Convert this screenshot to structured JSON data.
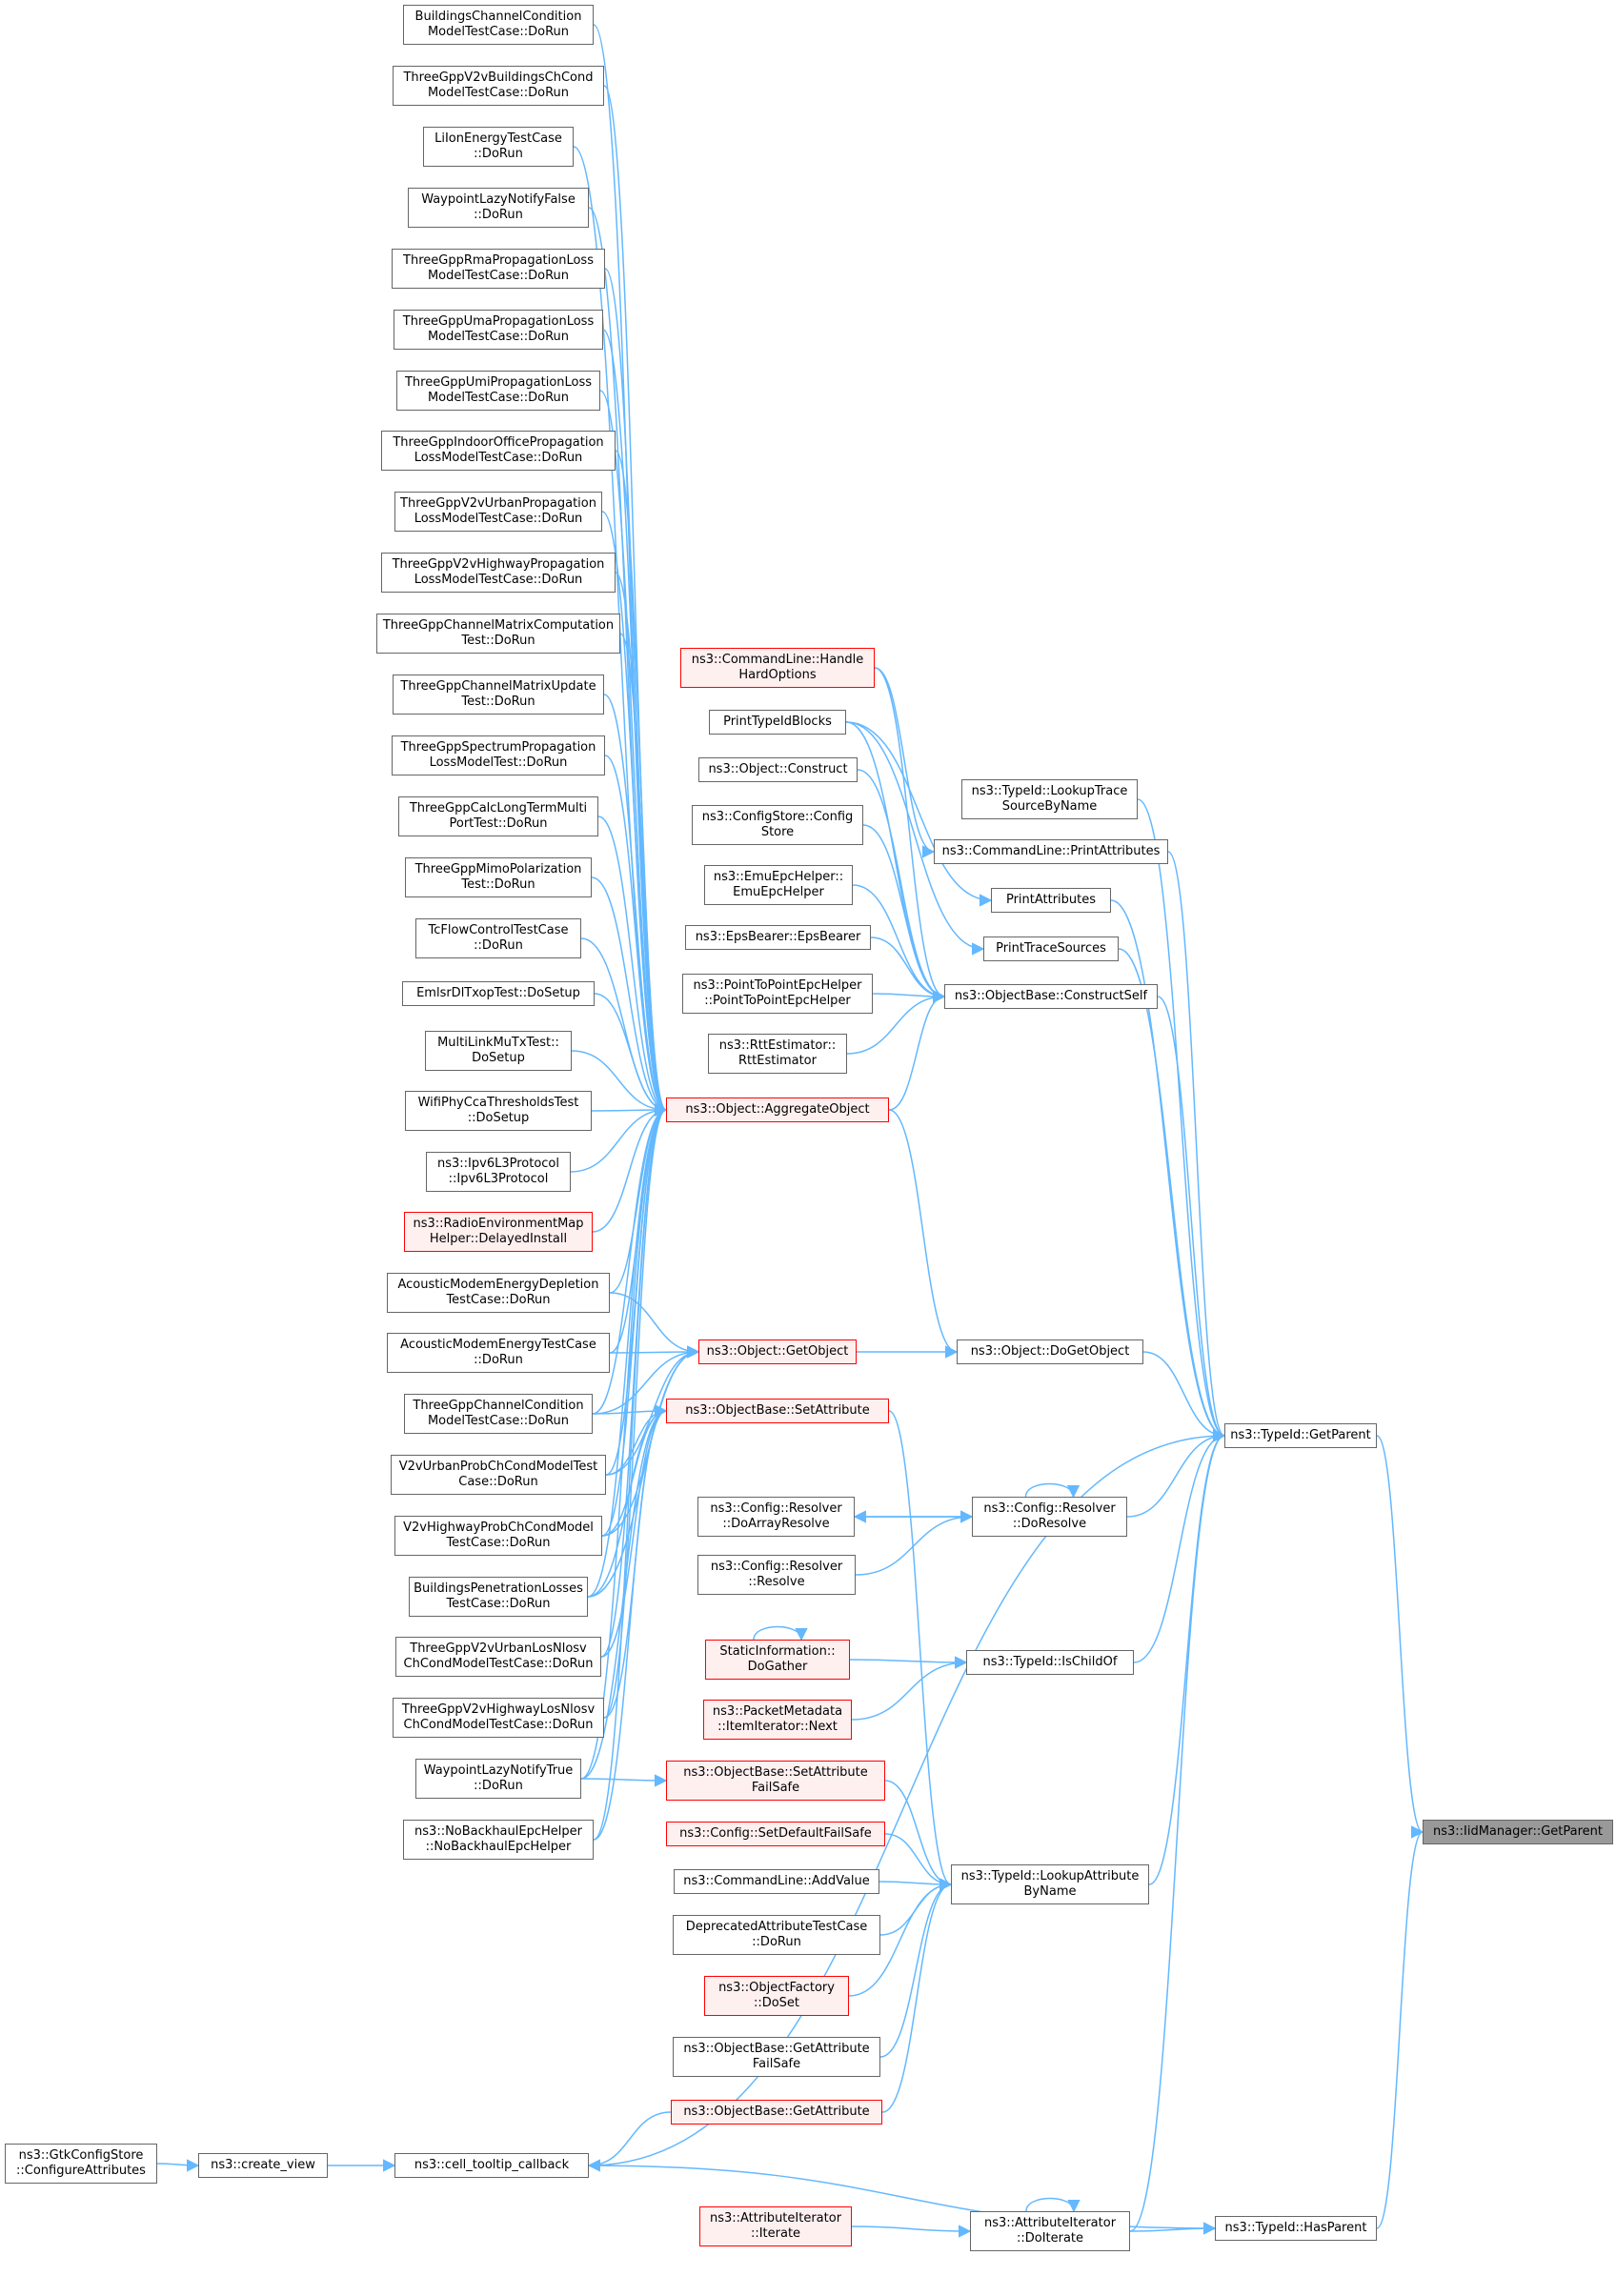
{
  "graph": {
    "colors": {
      "edge": "#63b8ff",
      "node_border": "#666666",
      "node_border_incomplete": "#ff0000",
      "node_fill_incomplete": "#fff0f0",
      "root_fill": "#999999"
    },
    "nodes": [
      {
        "id": "n0",
        "lines": [
          "ns3::IidManager::GetParent"
        ],
        "style": "root"
      },
      {
        "id": "n1",
        "lines": [
          "ns3::TypeId::GetParent"
        ],
        "style": "normal"
      },
      {
        "id": "n2",
        "lines": [
          "ns3::TypeId::HasParent"
        ],
        "style": "normal"
      },
      {
        "id": "n3",
        "lines": [
          "ns3::TypeId::LookupTrace",
          "SourceByName"
        ],
        "style": "normal"
      },
      {
        "id": "n4",
        "lines": [
          "ns3::CommandLine::PrintAttributes"
        ],
        "style": "normal"
      },
      {
        "id": "n5",
        "lines": [
          "PrintAttributes"
        ],
        "style": "normal"
      },
      {
        "id": "n6",
        "lines": [
          "PrintTraceSources"
        ],
        "style": "normal"
      },
      {
        "id": "n7",
        "lines": [
          "ns3::ObjectBase::ConstructSelf"
        ],
        "style": "normal"
      },
      {
        "id": "n8",
        "lines": [
          "ns3::Object::DoGetObject"
        ],
        "style": "normal"
      },
      {
        "id": "n9",
        "lines": [
          "ns3::Config::Resolver",
          "::DoResolve"
        ],
        "style": "normal"
      },
      {
        "id": "n10",
        "lines": [
          "ns3::TypeId::IsChildOf"
        ],
        "style": "normal"
      },
      {
        "id": "n11",
        "lines": [
          "ns3::TypeId::LookupAttribute",
          "ByName"
        ],
        "style": "normal"
      },
      {
        "id": "n12",
        "lines": [
          "ns3::cell_tooltip_callback"
        ],
        "style": "normal"
      },
      {
        "id": "n13",
        "lines": [
          "ns3::AttributeIterator",
          "::DoIterate"
        ],
        "style": "normal"
      },
      {
        "id": "n14",
        "lines": [
          "ns3::CommandLine::Handle",
          "HardOptions"
        ],
        "style": "incomplete"
      },
      {
        "id": "n15",
        "lines": [
          "PrintTypeIdBlocks"
        ],
        "style": "normal"
      },
      {
        "id": "n16",
        "lines": [
          "ns3::Object::Construct"
        ],
        "style": "normal"
      },
      {
        "id": "n17",
        "lines": [
          "ns3::ConfigStore::Config",
          "Store"
        ],
        "style": "normal"
      },
      {
        "id": "n18",
        "lines": [
          "ns3::EmuEpcHelper::",
          "EmuEpcHelper"
        ],
        "style": "normal"
      },
      {
        "id": "n19",
        "lines": [
          "ns3::EpsBearer::EpsBearer"
        ],
        "style": "normal"
      },
      {
        "id": "n20",
        "lines": [
          "ns3::PointToPointEpcHelper",
          "::PointToPointEpcHelper"
        ],
        "style": "normal"
      },
      {
        "id": "n21",
        "lines": [
          "ns3::RttEstimator::",
          "RttEstimator"
        ],
        "style": "normal"
      },
      {
        "id": "n22",
        "lines": [
          "ns3::Object::AggregateObject"
        ],
        "style": "incomplete"
      },
      {
        "id": "n23",
        "lines": [
          "ns3::Object::GetObject"
        ],
        "style": "incomplete"
      },
      {
        "id": "n24",
        "lines": [
          "ns3::ObjectBase::SetAttribute"
        ],
        "style": "incomplete"
      },
      {
        "id": "n25",
        "lines": [
          "ns3::Config::Resolver",
          "::DoArrayResolve"
        ],
        "style": "normal"
      },
      {
        "id": "n26",
        "lines": [
          "ns3::Config::Resolver",
          "::Resolve"
        ],
        "style": "normal"
      },
      {
        "id": "n27",
        "lines": [
          "StaticInformation::",
          "DoGather"
        ],
        "style": "incomplete"
      },
      {
        "id": "n28",
        "lines": [
          "ns3::PacketMetadata",
          "::ItemIterator::Next"
        ],
        "style": "incomplete"
      },
      {
        "id": "n29",
        "lines": [
          "ns3::ObjectBase::SetAttribute",
          "FailSafe"
        ],
        "style": "incomplete"
      },
      {
        "id": "n30",
        "lines": [
          "ns3::Config::SetDefaultFailSafe"
        ],
        "style": "incomplete"
      },
      {
        "id": "n31",
        "lines": [
          "ns3::CommandLine::AddValue"
        ],
        "style": "normal"
      },
      {
        "id": "n32",
        "lines": [
          "DeprecatedAttributeTestCase",
          "::DoRun"
        ],
        "style": "normal"
      },
      {
        "id": "n33",
        "lines": [
          "ns3::ObjectFactory",
          "::DoSet"
        ],
        "style": "incomplete"
      },
      {
        "id": "n34",
        "lines": [
          "ns3::ObjectBase::GetAttribute",
          "FailSafe"
        ],
        "style": "normal"
      },
      {
        "id": "n35",
        "lines": [
          "ns3::ObjectBase::GetAttribute"
        ],
        "style": "incomplete"
      },
      {
        "id": "n36",
        "lines": [
          "ns3::create_view"
        ],
        "style": "normal"
      },
      {
        "id": "n37",
        "lines": [
          "ns3::GtkConfigStore",
          "::ConfigureAttributes"
        ],
        "style": "normal"
      },
      {
        "id": "n38",
        "lines": [
          "ns3::AttributeIterator",
          "::Iterate"
        ],
        "style": "incomplete"
      },
      {
        "id": "n39",
        "lines": [
          "BuildingsChannelCondition",
          "ModelTestCase::DoRun"
        ],
        "style": "normal"
      },
      {
        "id": "n40",
        "lines": [
          "ThreeGppV2vBuildingsChCond",
          "ModelTestCase::DoRun"
        ],
        "style": "normal"
      },
      {
        "id": "n41",
        "lines": [
          "LiIonEnergyTestCase",
          "::DoRun"
        ],
        "style": "normal"
      },
      {
        "id": "n42",
        "lines": [
          "WaypointLazyNotifyFalse",
          "::DoRun"
        ],
        "style": "normal"
      },
      {
        "id": "n43",
        "lines": [
          "ThreeGppRmaPropagationLoss",
          "ModelTestCase::DoRun"
        ],
        "style": "normal"
      },
      {
        "id": "n44",
        "lines": [
          "ThreeGppUmaPropagationLoss",
          "ModelTestCase::DoRun"
        ],
        "style": "normal"
      },
      {
        "id": "n45",
        "lines": [
          "ThreeGppUmiPropagationLoss",
          "ModelTestCase::DoRun"
        ],
        "style": "normal"
      },
      {
        "id": "n46",
        "lines": [
          "ThreeGppIndoorOfficePropagation",
          "LossModelTestCase::DoRun"
        ],
        "style": "normal"
      },
      {
        "id": "n47",
        "lines": [
          "ThreeGppV2vUrbanPropagation",
          "LossModelTestCase::DoRun"
        ],
        "style": "normal"
      },
      {
        "id": "n48",
        "lines": [
          "ThreeGppV2vHighwayPropagation",
          "LossModelTestCase::DoRun"
        ],
        "style": "normal"
      },
      {
        "id": "n49",
        "lines": [
          "ThreeGppChannelMatrixComputation",
          "Test::DoRun"
        ],
        "style": "normal"
      },
      {
        "id": "n50",
        "lines": [
          "ThreeGppChannelMatrixUpdate",
          "Test::DoRun"
        ],
        "style": "normal"
      },
      {
        "id": "n51",
        "lines": [
          "ThreeGppSpectrumPropagation",
          "LossModelTest::DoRun"
        ],
        "style": "normal"
      },
      {
        "id": "n52",
        "lines": [
          "ThreeGppCalcLongTermMulti",
          "PortTest::DoRun"
        ],
        "style": "normal"
      },
      {
        "id": "n53",
        "lines": [
          "ThreeGppMimoPolarization",
          "Test::DoRun"
        ],
        "style": "normal"
      },
      {
        "id": "n54",
        "lines": [
          "TcFlowControlTestCase",
          "::DoRun"
        ],
        "style": "normal"
      },
      {
        "id": "n55",
        "lines": [
          "EmlsrDlTxopTest::DoSetup"
        ],
        "style": "normal"
      },
      {
        "id": "n56",
        "lines": [
          "MultiLinkMuTxTest::",
          "DoSetup"
        ],
        "style": "normal"
      },
      {
        "id": "n57",
        "lines": [
          "WifiPhyCcaThresholdsTest",
          "::DoSetup"
        ],
        "style": "normal"
      },
      {
        "id": "n58",
        "lines": [
          "ns3::Ipv6L3Protocol",
          "::Ipv6L3Protocol"
        ],
        "style": "normal"
      },
      {
        "id": "n59",
        "lines": [
          "ns3::RadioEnvironmentMap",
          "Helper::DelayedInstall"
        ],
        "style": "incomplete"
      },
      {
        "id": "n60",
        "lines": [
          "AcousticModemEnergyDepletion",
          "TestCase::DoRun"
        ],
        "style": "normal"
      },
      {
        "id": "n61",
        "lines": [
          "AcousticModemEnergyTestCase",
          "::DoRun"
        ],
        "style": "normal"
      },
      {
        "id": "n62",
        "lines": [
          "ThreeGppChannelCondition",
          "ModelTestCase::DoRun"
        ],
        "style": "normal"
      },
      {
        "id": "n63",
        "lines": [
          "V2vUrbanProbChCondModelTest",
          "Case::DoRun"
        ],
        "style": "normal"
      },
      {
        "id": "n64",
        "lines": [
          "V2vHighwayProbChCondModel",
          "TestCase::DoRun"
        ],
        "style": "normal"
      },
      {
        "id": "n65",
        "lines": [
          "BuildingsPenetrationLosses",
          "TestCase::DoRun"
        ],
        "style": "normal"
      },
      {
        "id": "n66",
        "lines": [
          "ThreeGppV2vUrbanLosNlosv",
          "ChCondModelTestCase::DoRun"
        ],
        "style": "normal"
      },
      {
        "id": "n67",
        "lines": [
          "ThreeGppV2vHighwayLosNlosv",
          "ChCondModelTestCase::DoRun"
        ],
        "style": "normal"
      },
      {
        "id": "n68",
        "lines": [
          "WaypointLazyNotifyTrue",
          "::DoRun"
        ],
        "style": "normal"
      },
      {
        "id": "n69",
        "lines": [
          "ns3::NoBackhaulEpcHelper",
          "::NoBackhaulEpcHelper"
        ],
        "style": "normal"
      }
    ],
    "edges": [
      [
        "n1",
        "n0"
      ],
      [
        "n2",
        "n0"
      ],
      [
        "n3",
        "n1"
      ],
      [
        "n4",
        "n1"
      ],
      [
        "n5",
        "n1"
      ],
      [
        "n6",
        "n1"
      ],
      [
        "n7",
        "n1"
      ],
      [
        "n8",
        "n1"
      ],
      [
        "n9",
        "n1"
      ],
      [
        "n10",
        "n1"
      ],
      [
        "n11",
        "n1"
      ],
      [
        "n12",
        "n1"
      ],
      [
        "n13",
        "n1"
      ],
      [
        "n12",
        "n2"
      ],
      [
        "n13",
        "n2"
      ],
      [
        "n14",
        "n4"
      ],
      [
        "n15",
        "n5"
      ],
      [
        "n15",
        "n6"
      ],
      [
        "n14",
        "n7"
      ],
      [
        "n15",
        "n7"
      ],
      [
        "n16",
        "n7"
      ],
      [
        "n17",
        "n7"
      ],
      [
        "n18",
        "n7"
      ],
      [
        "n19",
        "n7"
      ],
      [
        "n20",
        "n7"
      ],
      [
        "n21",
        "n7"
      ],
      [
        "n22",
        "n7"
      ],
      [
        "n22",
        "n8"
      ],
      [
        "n23",
        "n8"
      ],
      [
        "n9",
        "n9"
      ],
      [
        "n25",
        "n9"
      ],
      [
        "n26",
        "n9"
      ],
      [
        "n9",
        "n25"
      ],
      [
        "n27",
        "n10"
      ],
      [
        "n28",
        "n10"
      ],
      [
        "n27",
        "n27"
      ],
      [
        "n24",
        "n11"
      ],
      [
        "n29",
        "n11"
      ],
      [
        "n30",
        "n11"
      ],
      [
        "n31",
        "n11"
      ],
      [
        "n32",
        "n11"
      ],
      [
        "n33",
        "n11"
      ],
      [
        "n34",
        "n11"
      ],
      [
        "n35",
        "n11"
      ],
      [
        "n35",
        "n12"
      ],
      [
        "n36",
        "n12"
      ],
      [
        "n37",
        "n36"
      ],
      [
        "n13",
        "n13"
      ],
      [
        "n38",
        "n13"
      ],
      [
        "n39",
        "n22"
      ],
      [
        "n40",
        "n22"
      ],
      [
        "n41",
        "n22"
      ],
      [
        "n42",
        "n22"
      ],
      [
        "n43",
        "n22"
      ],
      [
        "n44",
        "n22"
      ],
      [
        "n45",
        "n22"
      ],
      [
        "n46",
        "n22"
      ],
      [
        "n47",
        "n22"
      ],
      [
        "n48",
        "n22"
      ],
      [
        "n49",
        "n22"
      ],
      [
        "n50",
        "n22"
      ],
      [
        "n51",
        "n22"
      ],
      [
        "n52",
        "n22"
      ],
      [
        "n53",
        "n22"
      ],
      [
        "n54",
        "n22"
      ],
      [
        "n55",
        "n22"
      ],
      [
        "n56",
        "n22"
      ],
      [
        "n57",
        "n22"
      ],
      [
        "n58",
        "n22"
      ],
      [
        "n59",
        "n22"
      ],
      [
        "n60",
        "n22"
      ],
      [
        "n61",
        "n22"
      ],
      [
        "n62",
        "n22"
      ],
      [
        "n63",
        "n22"
      ],
      [
        "n64",
        "n22"
      ],
      [
        "n65",
        "n22"
      ],
      [
        "n66",
        "n22"
      ],
      [
        "n67",
        "n22"
      ],
      [
        "n68",
        "n22"
      ],
      [
        "n69",
        "n22"
      ],
      [
        "n60",
        "n23"
      ],
      [
        "n61",
        "n23"
      ],
      [
        "n62",
        "n23"
      ],
      [
        "n63",
        "n23"
      ],
      [
        "n64",
        "n23"
      ],
      [
        "n65",
        "n23"
      ],
      [
        "n62",
        "n24"
      ],
      [
        "n63",
        "n24"
      ],
      [
        "n64",
        "n24"
      ],
      [
        "n65",
        "n24"
      ],
      [
        "n66",
        "n24"
      ],
      [
        "n67",
        "n24"
      ],
      [
        "n68",
        "n24"
      ],
      [
        "n69",
        "n24"
      ],
      [
        "n68",
        "n29"
      ]
    ]
  }
}
